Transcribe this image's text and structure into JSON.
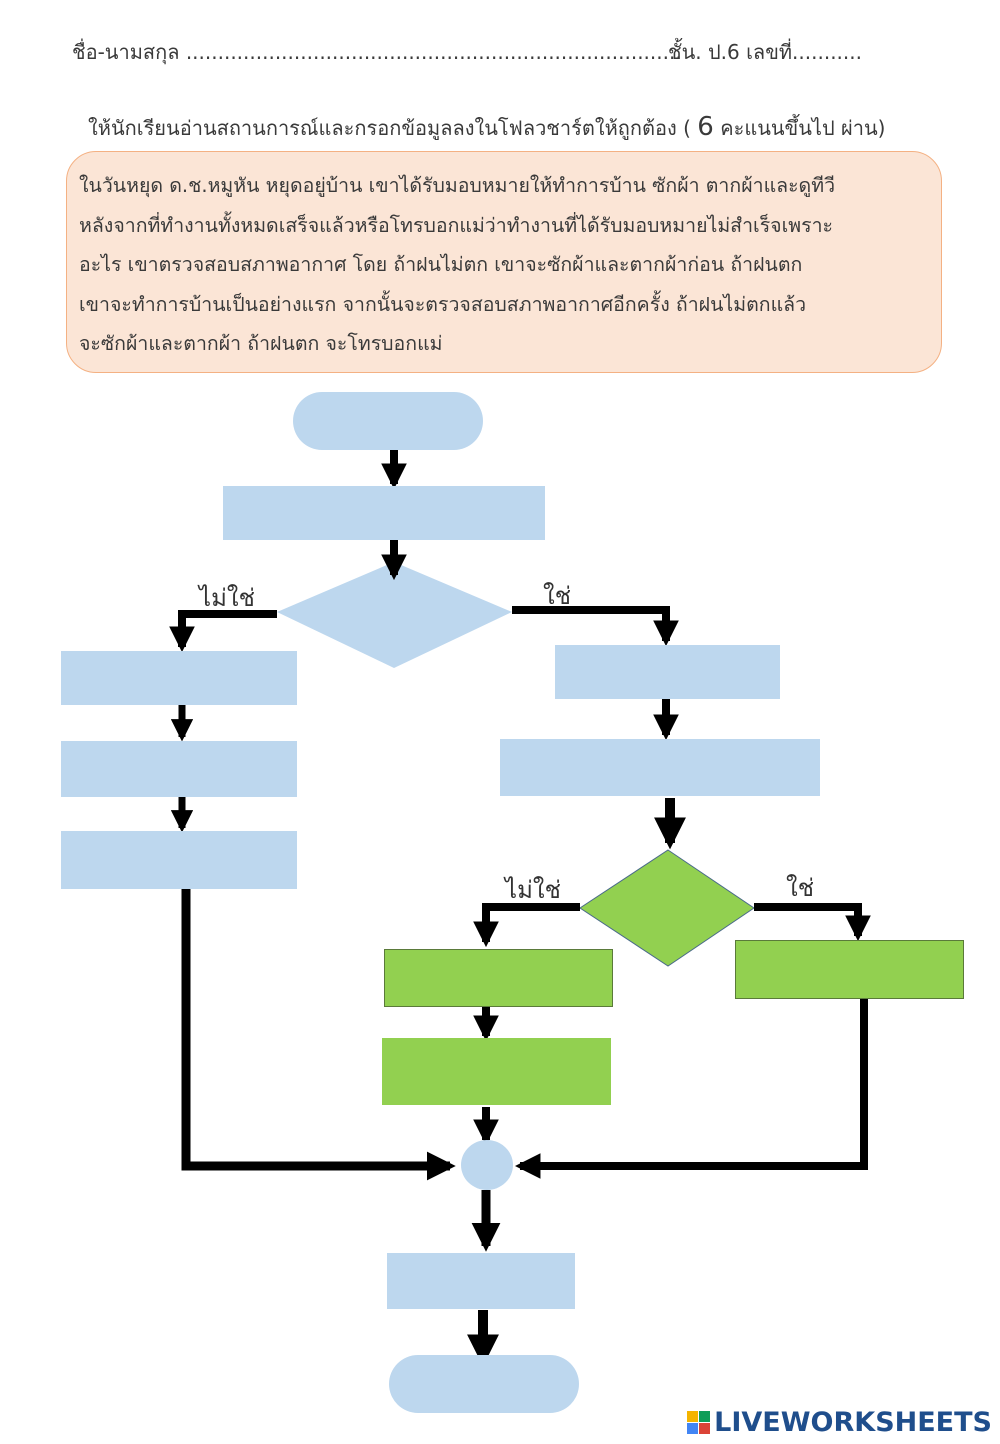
{
  "header": {
    "name_label": "ชื่อ-นามสกุล ..............................................................................",
    "grade_label": "ชั้น. ป.6  เลขที่..........."
  },
  "instruction": {
    "text_before": "ให้นักเรียนอ่านสถานการณ์และกรอกข้อมูลลงในโฟลวชาร์ตให้ถูกต้อง ( ",
    "score": "6",
    "text_after": " คะแนนขึ้นไป ผ่าน)"
  },
  "scenario": {
    "lines": [
      "ในวันหยุด ด.ช.หมูหัน  หยุดอยู่บ้าน เขาได้รับมอบหมายให้ทำการบ้าน  ซักผ้า ตากผ้าและดูทีวี",
      "หลังจากที่ทำงานทั้งหมดเสร็จแล้วหรือโทรบอกแม่ว่าทำงานที่ได้รับมอบหมายไม่สำเร็จเพราะ",
      "อะไร เขาตรวจสอบสภาพอากาศ โดย ถ้าฝนไม่ตก เขาจะซักผ้าและตากผ้าก่อน  ถ้าฝนตก",
      "เขาจะทำการบ้านเป็นอย่างแรก จากนั้นจะตรวจสอบสภาพอากาศอีกครั้ง  ถ้าฝนไม่ตกแล้ว",
      "จะซักผ้าและตากผ้า ถ้าฝนตก จะโทรบอกแม่"
    ]
  },
  "flowchart": {
    "label_no": "ไม่ใช่",
    "label_yes": "ใช่",
    "colors": {
      "process": "#bdd7ee",
      "green": "#92d050",
      "arrow": "#000000"
    }
  },
  "brand": {
    "text": "LIVEWORKSHEETS"
  }
}
